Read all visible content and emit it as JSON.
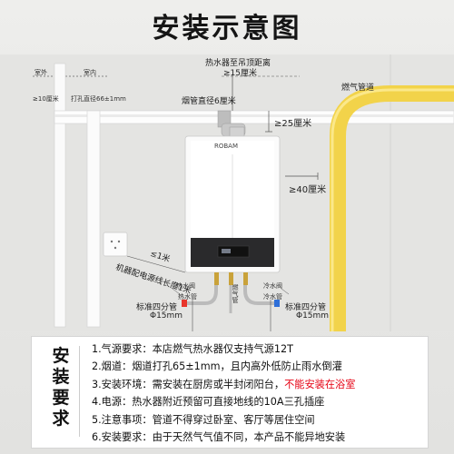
{
  "title": "安装示意图",
  "labels": {
    "outdoor": "室外",
    "indoor": "室内",
    "wall_gap": "≥10厘米",
    "hole_dia": "打孔直径66±1mm",
    "ceiling_dist": "热水器至吊顶距离",
    "ceiling_val": "≥15厘米",
    "flue_len": "烟管直径6厘米",
    "gas_pipe": "燃气管道",
    "gap_top": "≥25厘米",
    "gap_side": "≥40厘米",
    "cord_len": "机器配电源线长度1米",
    "cord_gap": "≤1米",
    "brand": "ROBAM",
    "hot_valve": "热水阀",
    "gas_valve": "燃气管",
    "cold_valve": "冷水阀",
    "hot_pipe": "热水管",
    "cold_pipe": "冷水管",
    "std_pipe_left": "标准四分管",
    "std_pipe_right": "标准四分管",
    "phi_left": "Φ15mm",
    "phi_right": "Φ15mm"
  },
  "panel": {
    "side_title": [
      "安",
      "装",
      "要",
      "求"
    ],
    "notes": [
      {
        "text": "1.气源要求：本店燃气热水器仅支持气源12T",
        "warn": ""
      },
      {
        "text": "2.烟道：烟道打孔65±1mm，且内高外低防止雨水倒灌",
        "warn": ""
      },
      {
        "text": "3.安装环境：需安装在厨房或半封闭阳台，",
        "warn": "不能安装在浴室"
      },
      {
        "text": "4.电源：热水器附近预留可直接地线的10A三孔插座",
        "warn": ""
      },
      {
        "text": "5.注意事项：管道不得穿过卧室、客厅等居住空间",
        "warn": ""
      },
      {
        "text": "6.安装要求：由于天然气气值不同，本产品不能异地安装",
        "warn": ""
      }
    ]
  },
  "colors": {
    "gas_pipe": "#f2d34a",
    "hot_marker": "#e8352b",
    "cold_marker": "#2e6fd8",
    "warn_text": "#e60012"
  }
}
